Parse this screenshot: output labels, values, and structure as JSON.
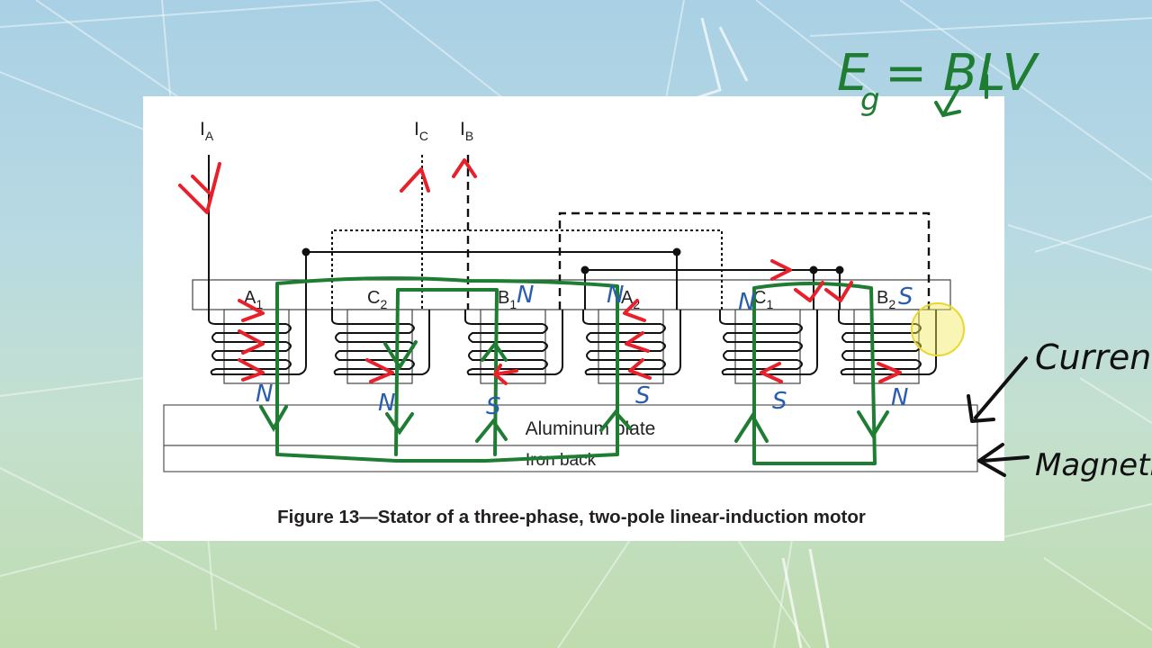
{
  "figure": {
    "caption": "Figure 13—Stator of a three-phase, two-pole linear-induction motor",
    "inputs": {
      "a": {
        "base": "I",
        "sub": "A"
      },
      "c": {
        "base": "I",
        "sub": "C"
      },
      "b": {
        "base": "I",
        "sub": "B"
      }
    },
    "coils": [
      {
        "base": "A",
        "sub": "1"
      },
      {
        "base": "C",
        "sub": "2"
      },
      {
        "base": "B",
        "sub": "1"
      },
      {
        "base": "A",
        "sub": "2"
      },
      {
        "base": "C",
        "sub": "1"
      },
      {
        "base": "B",
        "sub": "2"
      }
    ],
    "plates": {
      "aluminum": "Aluminum plate",
      "iron": "Iron back"
    }
  },
  "annotations": {
    "equation": "E = BLV",
    "equation_sub": "g",
    "current_label": "Current",
    "magnetic_label": "Magnetic",
    "poles": [
      "N",
      "N",
      "N",
      "N",
      "N",
      "N",
      "S",
      "S",
      "S",
      "S"
    ],
    "colors": {
      "current": "#e8202a",
      "flux": "#1e7d32",
      "poles": "#2a5db0",
      "ink": "#111111",
      "highlight": "#f2e85a"
    }
  }
}
